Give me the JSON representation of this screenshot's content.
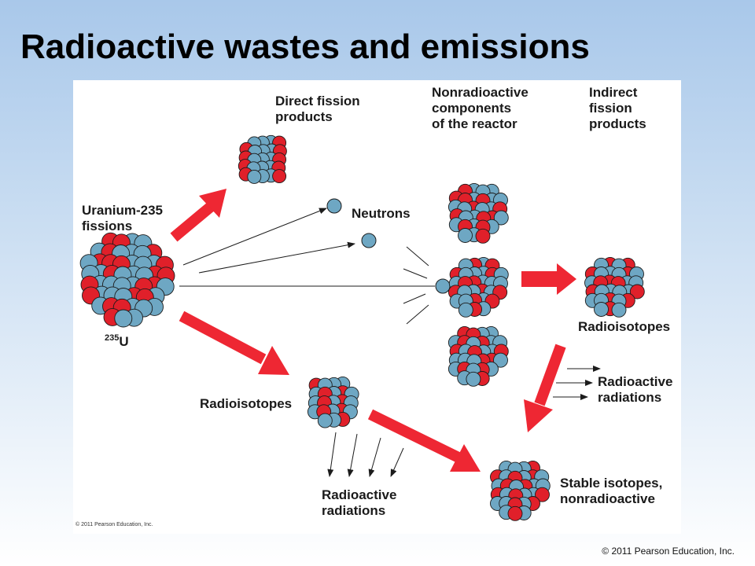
{
  "slide": {
    "title": "Radioactive wastes and emissions",
    "footer": "© 2011 Pearson Education, Inc."
  },
  "diagram": {
    "credit": "© 2011 Pearson Education, Inc.",
    "labels": {
      "uranium_fissions": [
        "Uranium-235",
        "fissions"
      ],
      "direct_products": [
        "Direct fission",
        "products"
      ],
      "neutrons": "Neutrons",
      "nonradioactive_components": [
        "Nonradioactive",
        "components",
        "of the reactor"
      ],
      "indirect_products": [
        "Indirect",
        "fission",
        "products"
      ],
      "radioisotopes_right": "Radioisotopes",
      "radioactive_radiations_right": [
        "Radioactive",
        "radiations"
      ],
      "radioisotopes_left": "Radioisotopes",
      "radioactive_radiations_bottom": [
        "Radioactive",
        "radiations"
      ],
      "stable_isotopes": [
        "Stable isotopes,",
        "nonradioactive"
      ]
    },
    "isotope": {
      "mass_number": "235",
      "symbol": "U"
    },
    "colors": {
      "proton": "#e0202a",
      "neutron": "#6ea7c3",
      "arrow": "#ee2733",
      "outline": "#1c1c1c"
    }
  }
}
